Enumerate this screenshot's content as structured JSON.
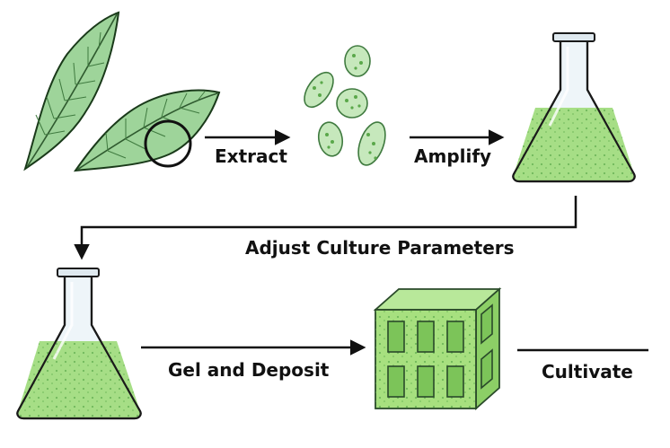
{
  "steps": {
    "extract": "Extract",
    "amplify": "Amplify",
    "adjust": "Adjust Culture Parameters",
    "gel": "Gel and Deposit",
    "cultivate": "Cultivate"
  },
  "colors": {
    "ink": "#111111",
    "leaf": "#8fcf8a",
    "leaf_dark": "#5fa35e",
    "culture": "#9edb7c",
    "culture_dark": "#6fbf4f",
    "glass": "#e8f1f6",
    "glass_edge": "#9fb6c4",
    "cell": "#bfe3b0"
  },
  "icons": [
    "leaf-icon",
    "magnifier-circle-icon",
    "algae-cells-icon",
    "flask-icon",
    "scaffold-cube-icon",
    "arrow-icon"
  ]
}
